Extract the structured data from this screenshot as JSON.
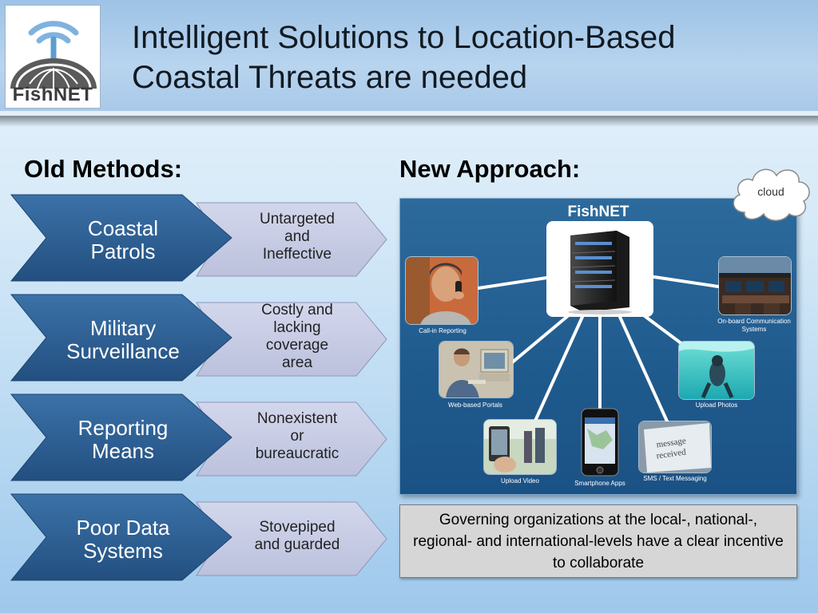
{
  "header": {
    "logo_text": "FishNET",
    "title_line1": "Intelligent Solutions to Location-Based",
    "title_line2": "Coastal Threats are needed"
  },
  "old_methods": {
    "heading": "Old Methods:",
    "rows": [
      {
        "method_line1": "Coastal",
        "method_line2": "Patrols",
        "result_line1": "Untargeted",
        "result_line2": "and",
        "result_line3": "Ineffective",
        "result_line4": ""
      },
      {
        "method_line1": "Military",
        "method_line2": "Surveillance",
        "result_line1": "Costly and",
        "result_line2": "lacking",
        "result_line3": "coverage",
        "result_line4": "area"
      },
      {
        "method_line1": "Reporting",
        "method_line2": "Means",
        "result_line1": "Nonexistent",
        "result_line2": "or",
        "result_line3": "bureaucratic",
        "result_line4": ""
      },
      {
        "method_line1": "Poor Data",
        "method_line2": "Systems",
        "result_line1": "Stovepiped",
        "result_line2": "and guarded",
        "result_line3": "",
        "result_line4": ""
      }
    ]
  },
  "new_approach": {
    "heading": "New Approach:",
    "diagram_title": "FishNET",
    "nodes": {
      "call_in": "Call-in Reporting",
      "web_portals": "Web-based Portals",
      "upload_video": "Upload Video",
      "smartphone": "Smartphone Apps",
      "sms": "SMS / Text Messaging",
      "upload_photos": "Upload Photos",
      "onboard_line1": "On-board Communication",
      "onboard_line2": "Systems"
    },
    "sms_screen_line1": "message",
    "sms_screen_line2": "received",
    "cloud_label": "cloud",
    "caption": "Governing organizations at the local-, national-, regional- and international-levels have a clear incentive to collaborate"
  },
  "colors": {
    "chevron_dark": "#2c5f94",
    "chevron_light": "#c7cce5",
    "diagram_bg": "#1f5a8d",
    "caption_bg": "#d6d6d6"
  }
}
